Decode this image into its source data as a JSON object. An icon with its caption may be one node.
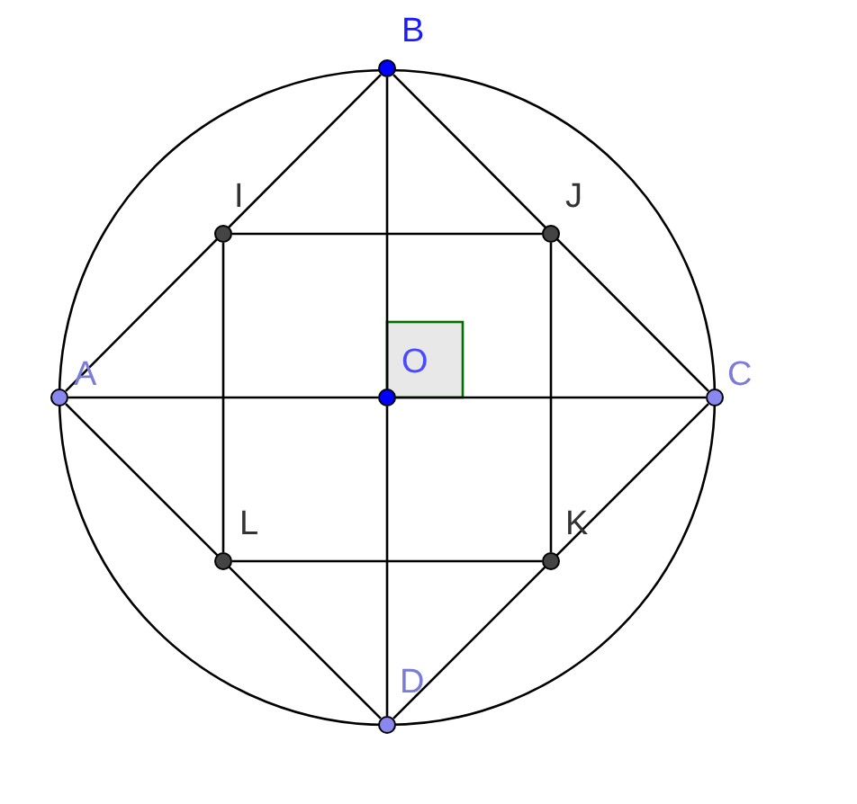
{
  "diagram": {
    "nodes": [
      {
        "text": [
          "B"
        ]
      },
      {
        "text": [
          "I"
        ]
      },
      {
        "text": [
          "J"
        ]
      },
      {
        "text": [
          "A"
        ]
      },
      {
        "text": [
          "O"
        ]
      },
      {
        "text": [
          "C"
        ]
      },
      {
        "text": [
          "L"
        ]
      },
      {
        "text": [
          "K"
        ]
      },
      {
        "text": [
          "D"
        ]
      }
    ],
    "edges": [
      {
        "from": 3,
        "to": 0,
        "arrow": "none"
      },
      {
        "from": 0,
        "to": 5,
        "arrow": "none"
      },
      {
        "from": 5,
        "to": 8,
        "arrow": "none"
      },
      {
        "from": 8,
        "to": 3,
        "arrow": "none"
      },
      {
        "from": 3,
        "to": 4,
        "arrow": "none"
      },
      {
        "from": 4,
        "to": 5,
        "arrow": "none"
      },
      {
        "from": 0,
        "to": 4,
        "arrow": "none"
      },
      {
        "from": 4,
        "to": 8,
        "arrow": "none"
      },
      {
        "from": 1,
        "to": 2,
        "arrow": "none"
      },
      {
        "from": 2,
        "to": 7,
        "arrow": "none"
      },
      {
        "from": 7,
        "to": 6,
        "arrow": "none"
      },
      {
        "from": 6,
        "to": 1,
        "arrow": "none"
      }
    ]
  }
}
